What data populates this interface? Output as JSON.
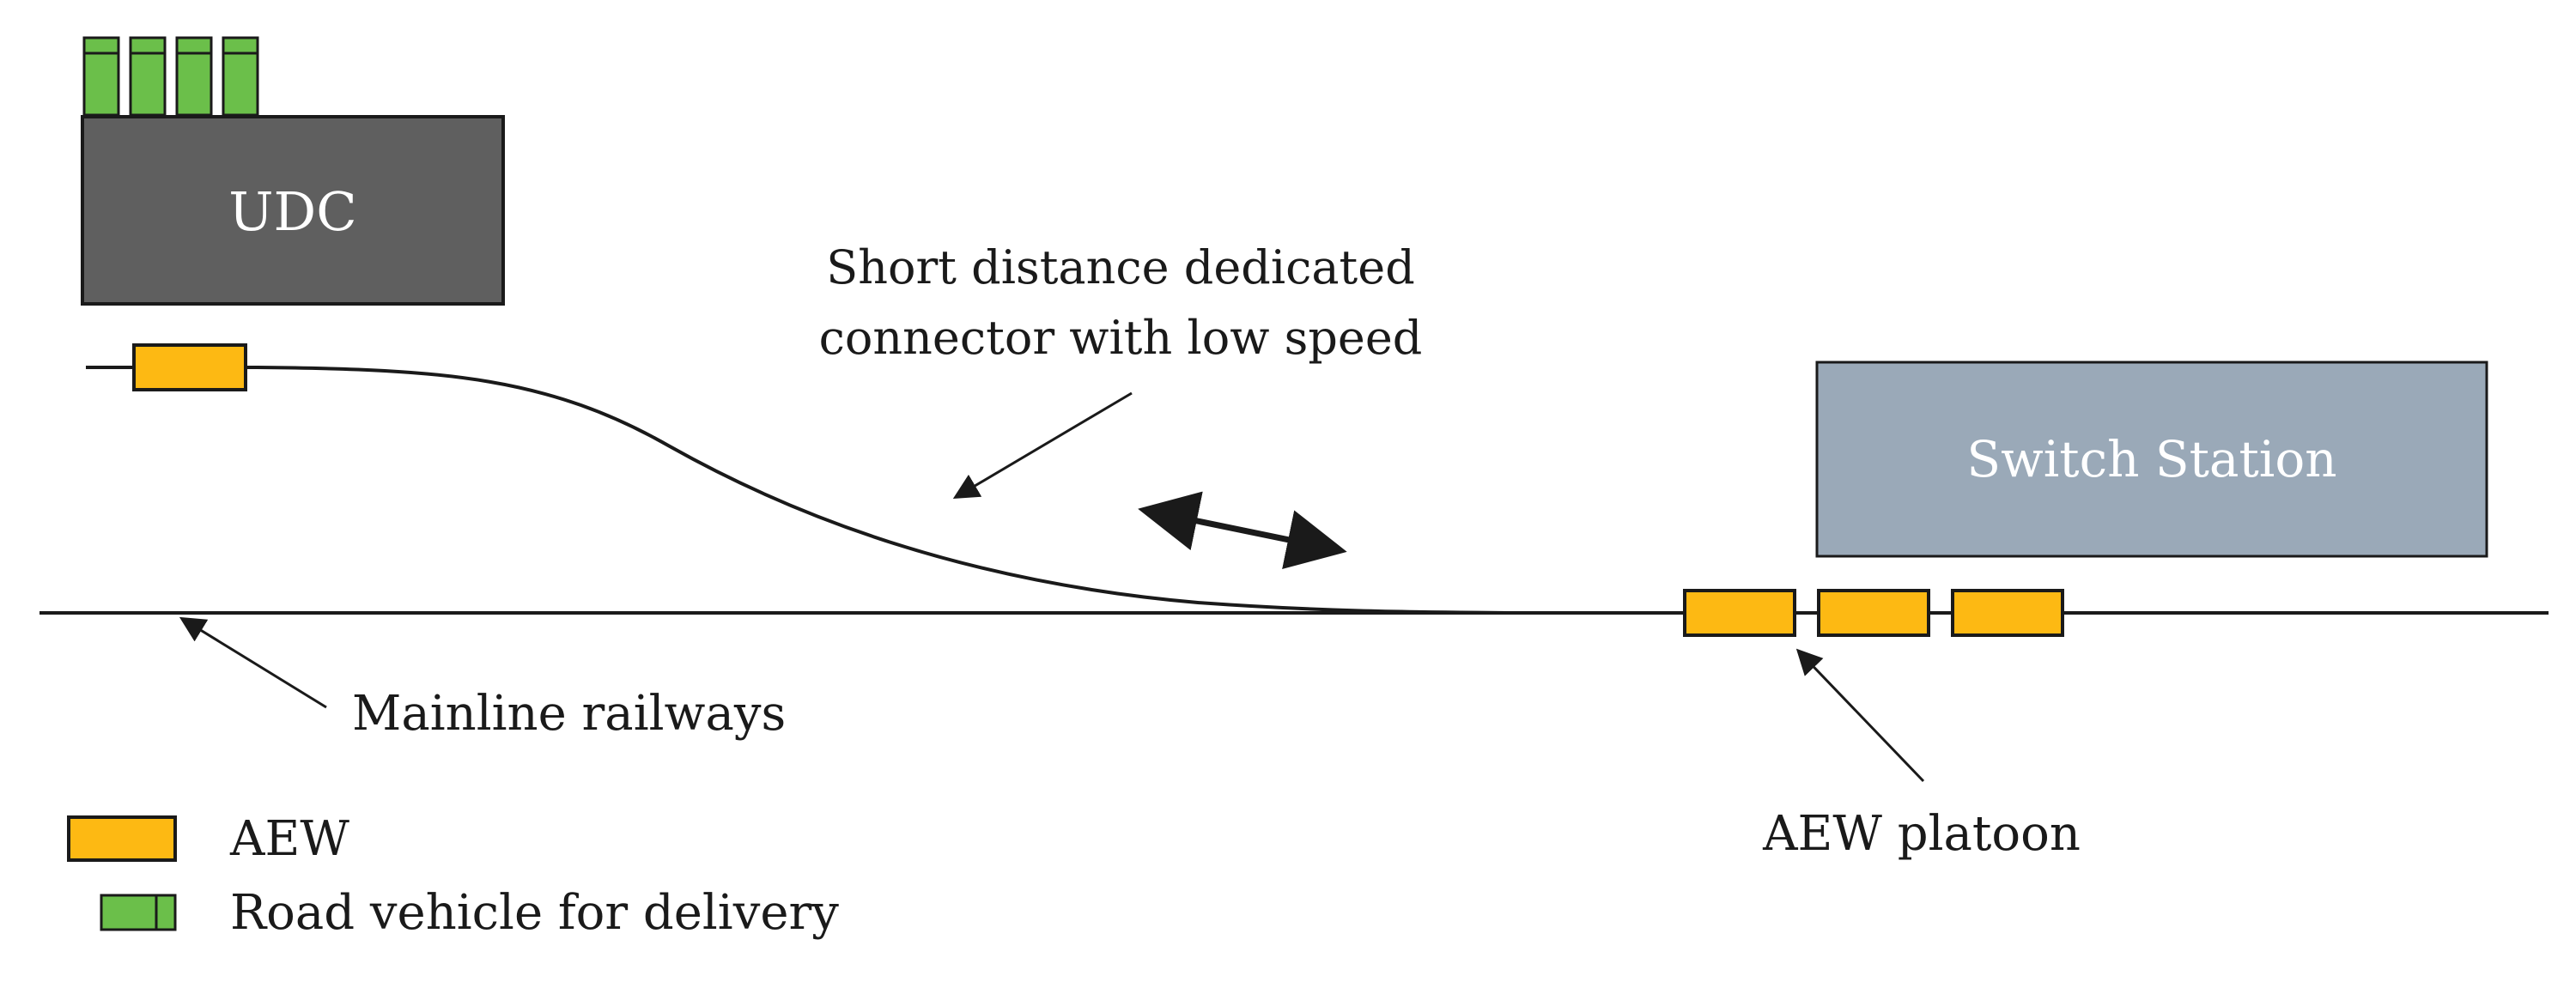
{
  "labels": {
    "udc": "UDC",
    "switch_station": "Switch Station",
    "connector_line1": "Short distance dedicated",
    "connector_line2": "connector with low speed",
    "mainline": "Mainline railways",
    "platoon": "AEW platoon",
    "legend_aew": "AEW",
    "legend_road_vehicle": "Road vehicle for delivery"
  },
  "colors": {
    "udc_fill": "#5f5f5f",
    "switch_station_fill": "#9aa9b8",
    "aew_fill": "#fdb913",
    "road_vehicle_fill": "#6bbf4a",
    "line": "#1a1a1a"
  },
  "counts": {
    "road_vehicles_on_udc": 4,
    "aew_in_platoon": 3
  }
}
